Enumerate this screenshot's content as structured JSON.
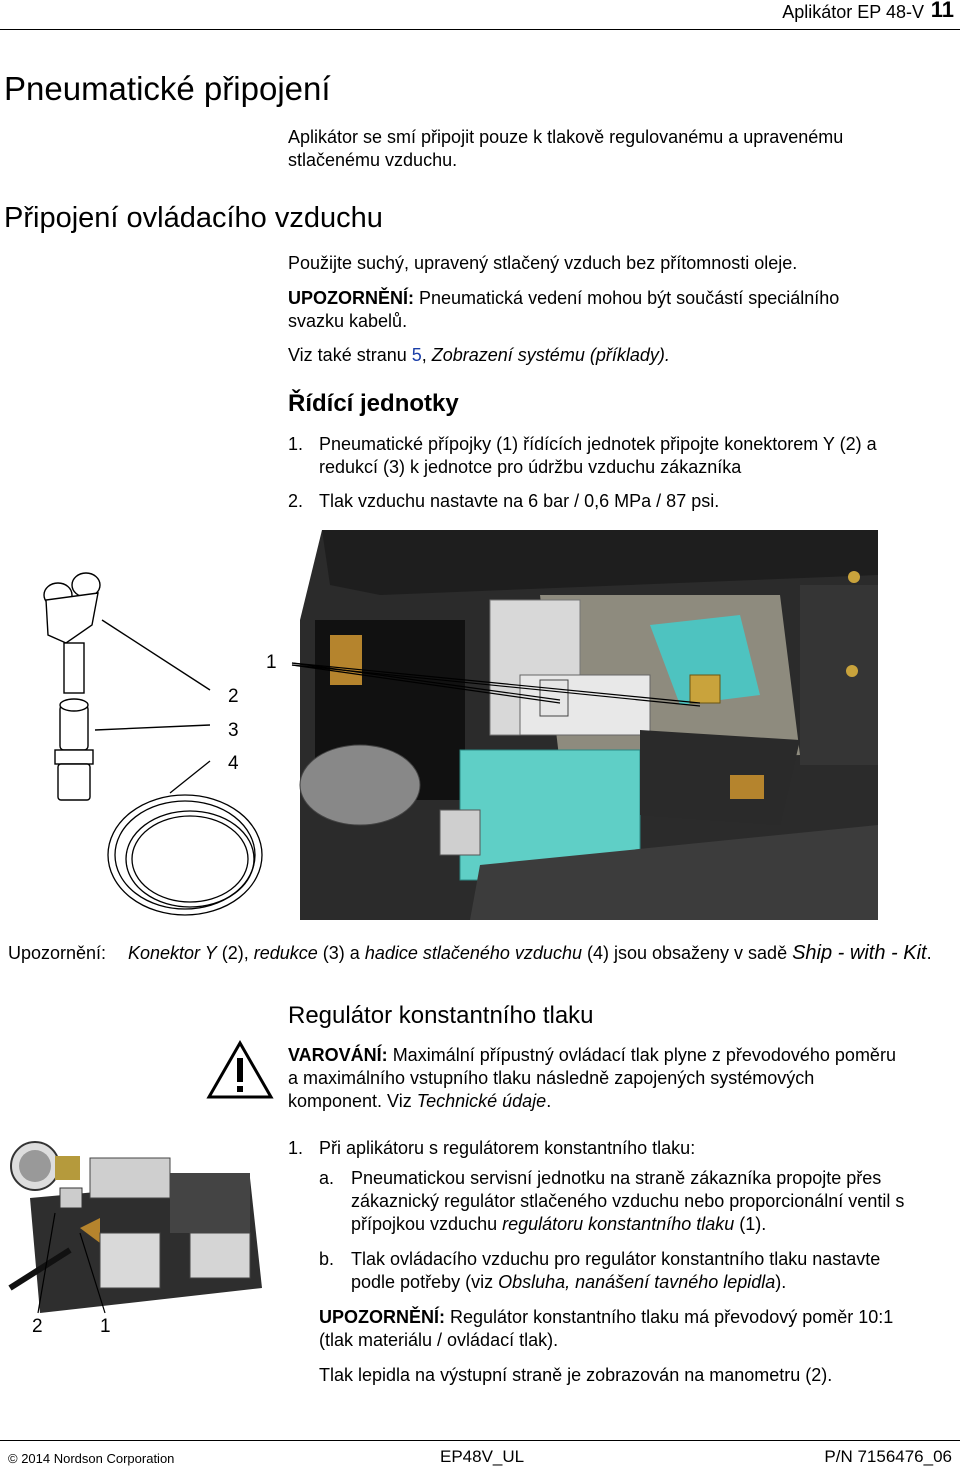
{
  "header": {
    "title": "Aplikátor EP 48-V",
    "page": "11"
  },
  "section1": {
    "heading": "Pneumatické připojení",
    "text": [
      "Aplikátor se smí připojit pouze k tlakově regulovanému a upravenému",
      "stlačenému vzduchu."
    ]
  },
  "section2": {
    "heading": "Připojení ovládacího vzduchu",
    "p1": "Použijte suchý, upravený stlačený vzduch bez přítomnosti oleje.",
    "notice_label": "UPOZORNĚNÍ:",
    "notice_text1": "Pneumatická vedení mohou být součástí speciálního",
    "notice_text2": "svazku kabelů.",
    "see_pre": "Viz také stranu ",
    "see_page": "5",
    "see_sep": ", ",
    "see_ref": "Zobrazení systému (příklady)."
  },
  "control_units": {
    "heading": "Řídící jednotky",
    "steps": [
      {
        "num": "1.",
        "lines": [
          "Pneumatické přípojky (1) řídících jednotek připojte konektorem Y (2) a",
          "redukcí (3) k jednotce pro údržbu vzduchu zákazníka"
        ]
      },
      {
        "num": "2.",
        "lines": [
          "Tlak vzduchu nastavte na 6 bar / 0,6 MPa / 87 psi."
        ]
      }
    ],
    "figure_labels": {
      "l1": "1",
      "l2": "2",
      "l3": "3",
      "l4": "4"
    }
  },
  "note": {
    "label": "Upozornění:",
    "t1": "Konektor Y",
    "t2": " (2), ",
    "t3": "redukce",
    "t4": " (3) a ",
    "t5": "hadice stlačeného vzduchu",
    "t6": " (4) jsou obsaženy v sadě ",
    "t7": "Ship - with - Kit",
    "t8": "."
  },
  "regulator": {
    "heading": "Regulátor konstantního tlaku",
    "warning_label": "VAROVÁNÍ:",
    "warning_lines": [
      "Maximální přípustný ovládací tlak plyne z převodového poměru",
      "a maximálního vstupního tlaku následně zapojených systémových",
      "komponent. Viz "
    ],
    "warning_ref": "Technické údaje",
    "warning_end": ".",
    "step1_num": "1.",
    "step1_text": "Při aplikátoru s regulátorem konstantního tlaku:",
    "a_num": "a.",
    "a_lines": [
      "Pneumatickou servisní jednotku na straně zákazníka propojte přes",
      "zákaznický regulátor stlačeného vzduchu nebo proporcionální ventil s",
      "přípojkou vzduchu "
    ],
    "a_ref": "regulátoru konstantního tlaku",
    "a_end": " (1).",
    "b_num": "b.",
    "b_line1": "Tlak ovládacího vzduchu pro regulátor konstantního tlaku nastavte",
    "b_line2_pre": "podle potřeby (viz ",
    "b_ref": "Obsluha, nanášení tavného lepidla",
    "b_end": ").",
    "notice_label": "UPOZORNĚNÍ:",
    "notice_line1": "Regulátor konstantního tlaku má převodový poměr 10:1",
    "notice_line2": "(tlak materiálu / ovládací tlak).",
    "last": "Tlak lepidla na výstupní straně je zobrazován na manometru (2).",
    "figure_labels": {
      "l2": "2",
      "l1": "1"
    }
  },
  "footer": {
    "copyright": "© 2014 Nordson Corporation",
    "doc": "EP48V_UL",
    "pn": "P/N 7156476_06"
  }
}
